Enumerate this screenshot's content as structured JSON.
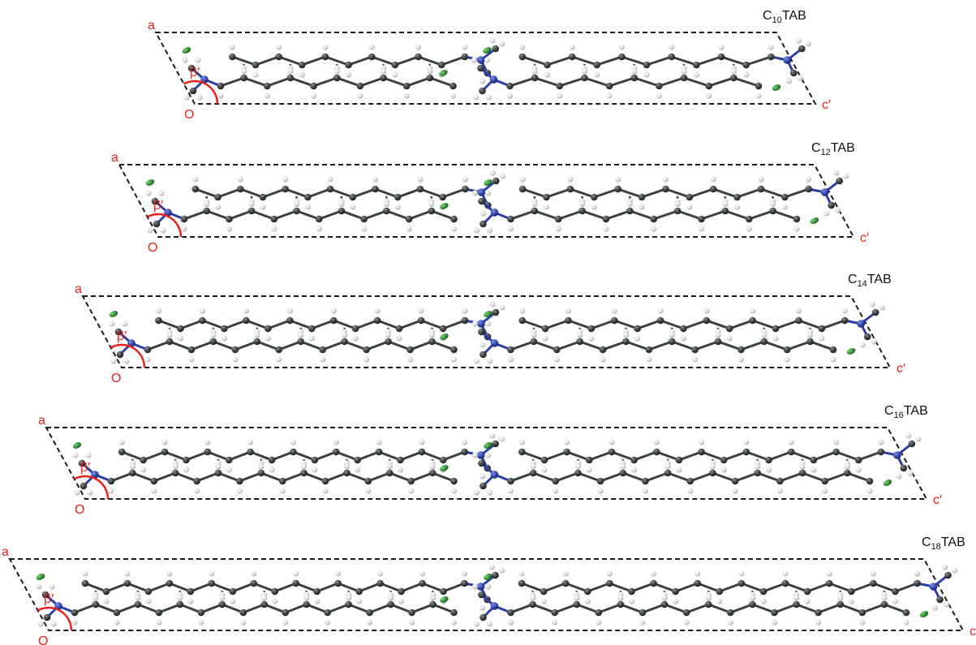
{
  "panels": [
    {
      "compound": {
        "prefix": "C",
        "subscript": "10",
        "suffix": "TAB"
      },
      "axis_a": "a",
      "axis_c": "c′",
      "angle": "β′",
      "origin": "O",
      "carbon_count": 10
    },
    {
      "compound": {
        "prefix": "C",
        "subscript": "12",
        "suffix": "TAB"
      },
      "axis_a": "a",
      "axis_c": "c′",
      "angle": "β′",
      "origin": "O",
      "carbon_count": 12
    },
    {
      "compound": {
        "prefix": "C",
        "subscript": "14",
        "suffix": "TAB"
      },
      "axis_a": "a",
      "axis_c": "c′",
      "angle": "β′",
      "origin": "O",
      "carbon_count": 14
    },
    {
      "compound": {
        "prefix": "C",
        "subscript": "16",
        "suffix": "TAB"
      },
      "axis_a": "a",
      "axis_c": "c′",
      "angle": "β′",
      "origin": "O",
      "carbon_count": 16
    },
    {
      "compound": {
        "prefix": "C",
        "subscript": "18",
        "suffix": "TAB"
      },
      "axis_a": "a",
      "axis_c": "c",
      "angle": "β′",
      "origin": "O",
      "carbon_count": 18
    }
  ],
  "colors": {
    "label": "#e8211d",
    "angle_arc": "#e8211d",
    "carbon": "#3a3f3f",
    "hydrogen": "#d9d9d9",
    "nitrogen": "#2b3ea6",
    "bromide": "#2f8a2f",
    "cell_edge": "#1a1a1a",
    "text": "#111111"
  }
}
